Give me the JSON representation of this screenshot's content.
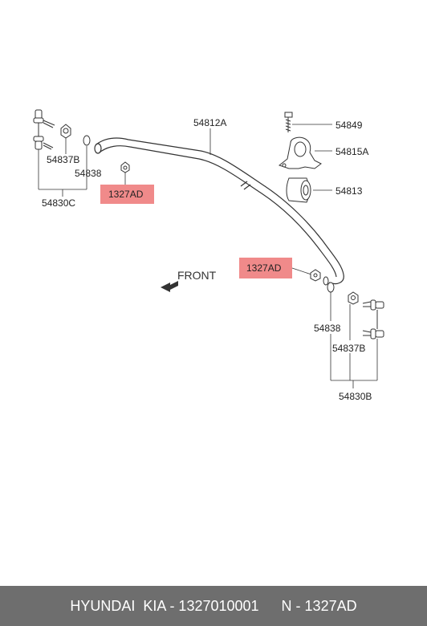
{
  "labels": {
    "bar": "54812A",
    "bolt": "54849",
    "bracket": "54815A",
    "bushing": "54813",
    "left_nut": "54837B",
    "left_washer": "54838",
    "left_link": "54830C",
    "right_washer": "54838",
    "right_nut": "54837B",
    "right_link": "54830B",
    "highlight_top": "1327AD",
    "highlight_right": "1327AD",
    "front": "FRONT"
  },
  "colors": {
    "highlight": "#f08a8a",
    "footer_bg": "#6e6e6e",
    "footer_text": "#ffffff"
  },
  "footer": {
    "left": "HYUNDAI  KIA - 1327010001",
    "right": "N - 1327AD"
  }
}
